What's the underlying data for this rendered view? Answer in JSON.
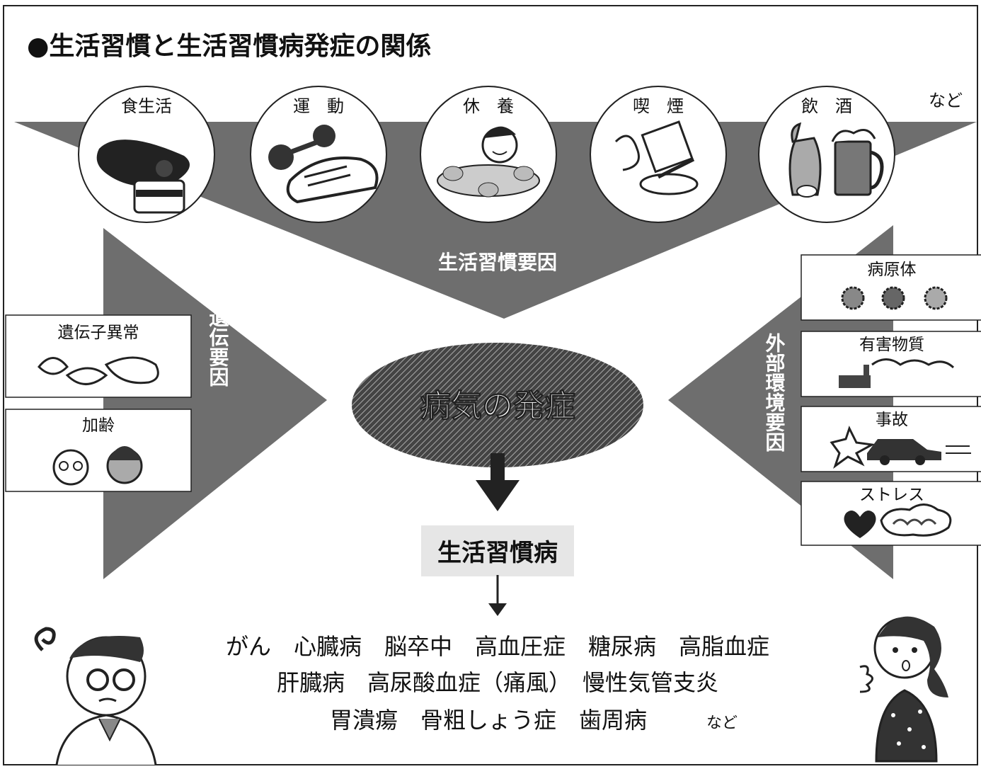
{
  "title": "●生活習慣と生活習慣病発症の関係",
  "top_factors": [
    {
      "label": "食生活",
      "icon": "food-icon"
    },
    {
      "label": "運　動",
      "icon": "exercise-icon"
    },
    {
      "label": "休　養",
      "icon": "rest-icon"
    },
    {
      "label": "喫　煙",
      "icon": "smoking-icon"
    },
    {
      "label": "飲　酒",
      "icon": "drinking-icon"
    }
  ],
  "top_etc": "など",
  "lifestyle_factor_label": "生活習慣要因",
  "genetic_factor_label": "遺伝要因",
  "environment_factor_label": "外部環境要因",
  "left_boxes": [
    {
      "label": "遺伝子異常",
      "icon": "gene-icon"
    },
    {
      "label": "加齢",
      "icon": "aging-icon"
    }
  ],
  "right_boxes": [
    {
      "label": "病原体",
      "icon": "pathogen-icon"
    },
    {
      "label": "有害物質",
      "icon": "pollution-icon"
    },
    {
      "label": "事故",
      "icon": "car-crash-icon"
    },
    {
      "label": "ストレス",
      "icon": "stress-icon"
    }
  ],
  "onset_label": "病気の発症",
  "result_label": "生活習慣病",
  "diseases": [
    "がん　心臓病　脳卒中　高血圧症　糖尿病　高脂血症",
    "肝臓病　高尿酸血症（痛風）　慢性気管支炎",
    "胃潰瘍　骨粗しょう症　歯周病"
  ],
  "diseases_etc": "など",
  "colors": {
    "triangle": "#6e6e6e",
    "ellipse": "#5a5a5a",
    "result_bg": "#e6e6e6"
  }
}
